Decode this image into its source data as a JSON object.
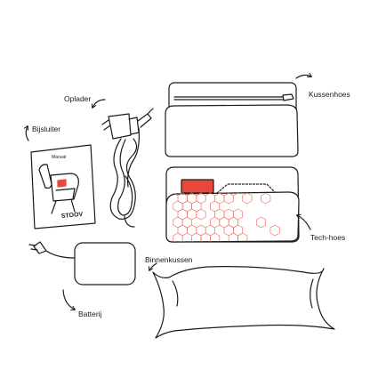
{
  "labels": {
    "oplader": "Oplader",
    "bijsluiter": "Bijsluiter",
    "kussenhoes": "Kussenhoes",
    "tech_hoes": "Tech-hoes",
    "binnenkussen": "Binnenkussen",
    "batterij": "Batterij"
  },
  "manual": {
    "title": "Manual",
    "logo": "STOOV"
  },
  "colors": {
    "ink": "#1a1a1a",
    "accent": "#e8473b",
    "hexagon": "#ef6f63"
  },
  "icons": {
    "arrow": "curved-arrow-icon"
  }
}
